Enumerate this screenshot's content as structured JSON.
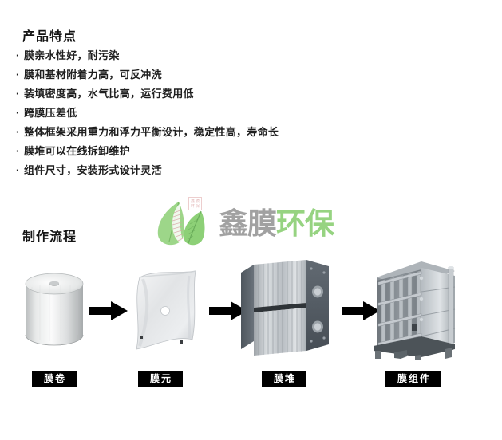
{
  "features": {
    "heading": "产品特点",
    "bullet_glyph": "·",
    "items": [
      "膜亲水性好，耐污染",
      "膜和基材附着力高，可反冲洗",
      "装填密度高，水气比高，运行费用低",
      "跨膜压差低",
      "整体框架采用重力和浮力平衡设计，稳定性高，寿命长",
      "膜堆可以在线拆卸维护",
      "组件尺寸，安装形式设计灵活"
    ]
  },
  "watermark": {
    "brand_part1": "鑫膜",
    "brand_part2": "环保",
    "brand_part1_color": "#9a9a9a",
    "brand_part2_color": "#8ed077",
    "leaf_icon": "two-leaves-icon",
    "seal_icon": "red-seal-stamp-icon",
    "seal_chars": [
      "鑫",
      "膜",
      "环",
      "保"
    ]
  },
  "process": {
    "heading": "制作流程",
    "arrow_glyph": "→",
    "arrow_color": "#000000",
    "steps": [
      {
        "label": "膜卷",
        "figure": "membrane-roll-image"
      },
      {
        "label": "膜元",
        "figure": "membrane-sheet-image"
      },
      {
        "label": "膜堆",
        "figure": "membrane-stack-image"
      },
      {
        "label": "膜组件",
        "figure": "membrane-module-image"
      }
    ]
  },
  "colors": {
    "background": "#ffffff",
    "text": "#1f1f1f",
    "badge_background": "#000000",
    "badge_text": "#ffffff"
  }
}
